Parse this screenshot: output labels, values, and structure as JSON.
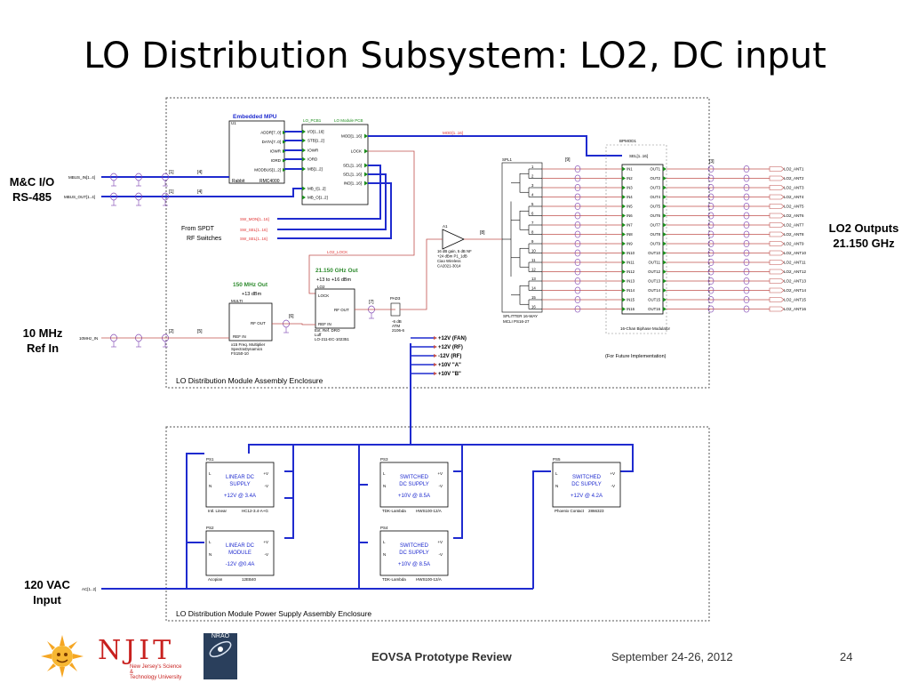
{
  "title": "LO Distribution Subsystem:  LO2, DC input",
  "left_labels": {
    "mc_io": "M&C I/O",
    "rs485": "RS-485",
    "ref_in_1": "10 MHz",
    "ref_in_2": "Ref In",
    "vac_1": "120 VAC",
    "vac_2": "Input"
  },
  "right_labels": {
    "lo2_outputs": "LO2 Outputs",
    "freq": "21.150 GHz"
  },
  "enclosures": {
    "assembly": "LO Distribution Module Assembly Enclosure",
    "power": "LO Distribution Module Power Supply Assembly Enclosure"
  },
  "mpu": {
    "title": "Embedded MPU",
    "ref": "U1",
    "pins": [
      "ADDR[7..0]",
      "DATA[7..0]",
      "IOWR",
      "IORD",
      "MODBUS[1..2]"
    ],
    "vendor": "Rabbit",
    "part": "RMC4000"
  },
  "lo_pcb": {
    "ref": "LO_PCB1",
    "name": "LO Module PCB",
    "left_pins": [
      "I/O[1..16]",
      "STB[1..2]",
      "IOWR",
      "IORD",
      "MB[1..2]",
      "MB_I[1..2]",
      "MB_O[1..2]"
    ],
    "right_pins": [
      "MOD[1..16]",
      "LOCK",
      "SEL[1..16]",
      "SEL[1..16]",
      "IND[1..16]"
    ]
  },
  "mbus": {
    "in": "MBUS_IN[1..4]",
    "out": "MBUS_OUT[1..4]",
    "tag1": "[1]",
    "tag4": "[4]"
  },
  "spdt": {
    "label1": "From SPDT",
    "label2": "RF Switches",
    "signals": [
      "SW_MON[1..16]",
      "SW_SEL[1..16]",
      "SW_SEL[1..16]"
    ]
  },
  "nets": {
    "mod": "MOD[1..16]",
    "lo2_lock": "LO2_LOCK"
  },
  "amp": {
    "ref": "A1",
    "tag": "[8]",
    "desc": [
      "16 dB gain, 5 dB NF",
      "+24 dBm P1_1dB",
      "Ciao Wireless",
      "CA2021-3014"
    ]
  },
  "splitter": {
    "ref": "SPL1",
    "tag": "[9]",
    "desc1": "SPLITTER 16-WAY",
    "desc2": "MCLI   PS16-27"
  },
  "bpmod": {
    "ref": "BPMOD1",
    "sel": "SEL[1..16]",
    "desc": "16-Chan Biphase Modulator",
    "tag": "[3]"
  },
  "lo2_ant": [
    "LO2_ANT1",
    "LO2_ANT2",
    "LO2_ANT3",
    "LO2_ANT4",
    "LO2_ANT5",
    "LO2_ANT6",
    "LO2_ANT7",
    "LO2_ANT8",
    "LO2_ANT9",
    "LO2_ANT10",
    "LO2_ANT11",
    "LO2_ANT12",
    "LO2_ANT13",
    "LO2_ANT14",
    "LO2_ANT15",
    "LO2_ANT16"
  ],
  "mult": {
    "freq_label": "150 MHz Out",
    "power": "+13 dBm",
    "ref": "MULTI",
    "rf_out": "RF OUT",
    "ref_in": "REF IN",
    "desc": [
      "x15 Freq. Multiplier",
      "SpectraDynamics",
      "FS150-10"
    ],
    "tag2": "[2]",
    "tag5": "[5]",
    "tag6": "[6]"
  },
  "dro": {
    "freq_label": "21.150 GHz Out",
    "power": "+13 to +16 dBm",
    "ref": "LO2",
    "lock": "LOCK",
    "rf_out": "RF OUT",
    "ref_in": "REF IN",
    "desc": [
      "Ext. Ref. DRO",
      "Luff",
      "LO-211-EC-102351"
    ],
    "tag7": "[7]"
  },
  "pad": {
    "ref": "PAD3",
    "desc": [
      "-6 dB",
      "ATM",
      "2106-6"
    ]
  },
  "ref_in_net": "10MHz_IN",
  "ac_net": "AC[1..2]",
  "rails": [
    "+12V (FAN)",
    "+12V (RF)",
    "-12V (RF)",
    "+10V \"A\"",
    "+10V \"B\""
  ],
  "future": "(For Future Implementation)",
  "ps": [
    {
      "ref": "PS1",
      "line1": "LINEAR DC",
      "line2": "SUPPLY",
      "rating": "+12V @ 3.4A",
      "vendor": "Intl. Linear",
      "part": "HC12-3.4-A+G"
    },
    {
      "ref": "PS2",
      "line1": "LINEAR DC",
      "line2": "MODULE",
      "rating": "-12V @0.4A",
      "vendor": "Acopian",
      "part": "12EB40"
    },
    {
      "ref": "PS3",
      "line1": "SWITCHED",
      "line2": "DC SUPPLY",
      "rating": "+10V @ 8.5A",
      "vendor": "TDK-Lambda",
      "part": "HWS100-12/A"
    },
    {
      "ref": "PS4",
      "line1": "SWITCHED",
      "line2": "DC SUPPLY",
      "rating": "+10V @ 8.5A",
      "vendor": "TDK-Lambda",
      "part": "HWS100-12/A"
    },
    {
      "ref": "PS5",
      "line1": "SWITCHED",
      "line2": "DC SUPPLY",
      "rating": "+12V @ 4.2A",
      "vendor": "Phoenix Contact",
      "part": "2866323"
    }
  ],
  "footer": {
    "logo_njit": "NJIT",
    "njit_sub1": "New Jersey's Science &",
    "njit_sub2": "Technology University",
    "logo_nrao": "NRAO",
    "center": "EOVSA Prototype Review",
    "date": "September 24-26, 2012",
    "page": "24"
  },
  "colors": {
    "bus_blue": "#1f2bcf",
    "rf_red": "#c0504d",
    "pin_green": "#1a8c1a",
    "freq_green": "#2e8b2e",
    "net_red": "#e03030"
  }
}
